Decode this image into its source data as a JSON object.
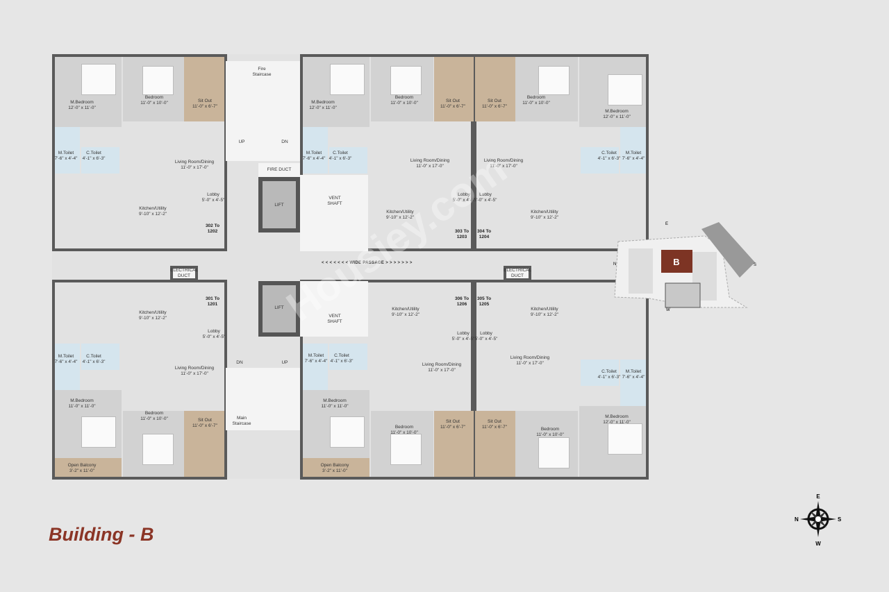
{
  "title": "Building - B",
  "watermark": "Housiey.com",
  "wide_passage": "< < < < < < < WIDE PASSAGE > > > > > > >",
  "core": {
    "fire_staircase": "Fire Staircase",
    "main_staircase": "Main Staircase",
    "fire_duct": "FIRE DUCT",
    "lift": "LIFT",
    "vent_shaft": "VENT SHAFT",
    "electrical_duct": "ELECTRICAL DUCT",
    "up": "UP",
    "dn": "DN"
  },
  "unit_numbers": [
    "302 To 1202",
    "303 To 1203",
    "304 To 1204",
    "301 To 1201",
    "306 To 1206",
    "305 To 1205"
  ],
  "rooms": [
    {
      "name": "M.Bedroom",
      "dims": "12'-0\" x 11'-0\""
    },
    {
      "name": "Bedroom",
      "dims": "11'-0\" x 10'-0\""
    },
    {
      "name": "Sit Out",
      "dims": "11'-0\" x 6'-7\""
    },
    {
      "name": "M.Toilet",
      "dims": "7'-6\" x 4'-4\""
    },
    {
      "name": "C.Toilet",
      "dims": "4'-1\" x 6'-3\""
    },
    {
      "name": "Living Room/Dining",
      "dims": "11'-0\" x 17'-0\""
    },
    {
      "name": "Kitchen/Utility",
      "dims": "9'-10\" x 12'-2\""
    },
    {
      "name": "Lobby",
      "dims": "5'-0\" x 4'-5\""
    },
    {
      "name": "M.Bedroom",
      "dims": "12'-0\" x 11'-0\""
    },
    {
      "name": "Bedroom",
      "dims": "11'-0\" x 10'-0\""
    },
    {
      "name": "Sit Out",
      "dims": "11'-0\" x 6'-7\""
    },
    {
      "name": "M.Toilet",
      "dims": "7'-6\" x 4'-4\""
    },
    {
      "name": "C.Toilet",
      "dims": "4'-1\" x 6'-3\""
    },
    {
      "name": "Living Room/Dining",
      "dims": "11'-0\" x 17'-0\""
    },
    {
      "name": "Kitchen/Utility",
      "dims": "9'-10\" x 12'-2\""
    },
    {
      "name": "Lobby",
      "dims": "5'-0\" x 4'-5\""
    },
    {
      "name": "Sit Out",
      "dims": "11'-0\" x 6'-7\""
    },
    {
      "name": "Bedroom",
      "dims": "11'-0\" x 10'-0\""
    },
    {
      "name": "M.Bedroom",
      "dims": "12'-0\" x 11'-0\""
    },
    {
      "name": "C.Toilet",
      "dims": "4'-1\" x 6'-3\""
    },
    {
      "name": "M.Toilet",
      "dims": "7'-6\" x 4'-4\""
    },
    {
      "name": "Living Room/Dining",
      "dims": "11'-0\" x 17'-0\""
    },
    {
      "name": "Kitchen/Utility",
      "dims": "9'-10\" x 12'-2\""
    },
    {
      "name": "Lobby",
      "dims": "5'-0\" x 4'-5\""
    },
    {
      "name": "Kitchen/Utility",
      "dims": "9'-10\" x 12'-2\""
    },
    {
      "name": "Lobby",
      "dims": "5'-0\" x 4'-5\""
    },
    {
      "name": "M.Toilet",
      "dims": "7'-6\" x 4'-4\""
    },
    {
      "name": "C.Toilet",
      "dims": "4'-1\" x 6'-3\""
    },
    {
      "name": "Living Room/Dining",
      "dims": "11'-0\" x 17'-0\""
    },
    {
      "name": "M.Bedroom",
      "dims": "11'-0\" x 11'-0\""
    },
    {
      "name": "Bedroom",
      "dims": "11'-0\" x 10'-0\""
    },
    {
      "name": "Sit Out",
      "dims": "11'-0\" x 6'-7\""
    },
    {
      "name": "Open Balcony",
      "dims": "3'-2\" x 11'-0\""
    },
    {
      "name": "M.Toilet",
      "dims": "7'-6\" x 4'-4\""
    },
    {
      "name": "C.Toilet",
      "dims": "4'-1\" x 6'-3\""
    },
    {
      "name": "Kitchen/Utility",
      "dims": "9'-10\" x 12'-2\""
    },
    {
      "name": "Lobby",
      "dims": "5'-0\" x 4'-5\""
    },
    {
      "name": "Living Room/Dining",
      "dims": "11'-0\" x 17'-0\""
    },
    {
      "name": "M.Bedroom",
      "dims": "11'-0\" x 11'-0\""
    },
    {
      "name": "Bedroom",
      "dims": "11'-0\" x 10'-0\""
    },
    {
      "name": "Sit Out",
      "dims": "11'-0\" x 6'-7\""
    },
    {
      "name": "Open Balcony",
      "dims": "3'-2\" x 11'-0\""
    },
    {
      "name": "Lobby",
      "dims": "5'-0\" x 4'-5\""
    },
    {
      "name": "Kitchen/Utility",
      "dims": "9'-10\" x 12'-2\""
    },
    {
      "name": "Living Room/Dining",
      "dims": "11'-0\" x 17'-0\""
    },
    {
      "name": "C.Toilet",
      "dims": "4'-1\" x 6'-3\""
    },
    {
      "name": "M.Toilet",
      "dims": "7'-6\" x 4'-4\""
    },
    {
      "name": "M.Bedroom",
      "dims": "12'-0\" x 11'-0\""
    },
    {
      "name": "Bedroom",
      "dims": "11'-0\" x 10'-0\""
    },
    {
      "name": "Sit Out",
      "dims": "11'-0\" x 6'-7\""
    }
  ],
  "key_plan": {
    "block": "B",
    "north": "N",
    "south": "S",
    "east": "E",
    "west": "W",
    "highlight_color": "#7d3424"
  },
  "compass": {
    "north": "N",
    "south": "S",
    "east": "E",
    "west": "W"
  },
  "colors": {
    "title": "#8b3526",
    "sit_out": "#c9b49a",
    "toilet": "#d5e5ee",
    "bedroom": "#d2d2d2",
    "wall": "#5a5a5a"
  }
}
